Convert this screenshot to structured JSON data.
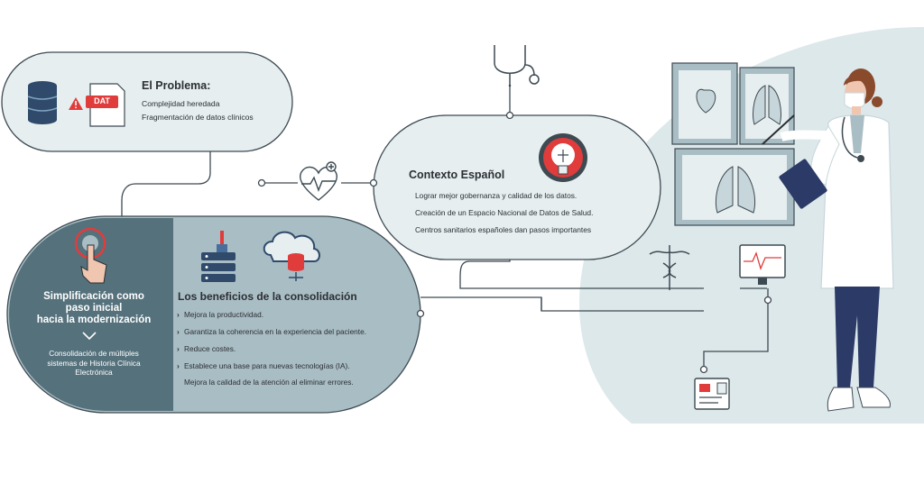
{
  "problem": {
    "title": "El Problema:",
    "lines": [
      "Complejidad heredada",
      "Fragmentación de datos clínicos"
    ],
    "dat_label": "DAT"
  },
  "context": {
    "title": "Contexto Español",
    "lines": [
      "Lograr mejor gobernanza y calidad de los datos.",
      "Creación de un Espacio Nacional de Datos de Salud.",
      "Centros sanitarios españoles dan pasos importantes"
    ]
  },
  "simplification": {
    "title_lines": [
      "Simplificación como",
      "paso inicial",
      "hacia la modernización"
    ],
    "desc_lines": [
      "Consolidación de múltiples",
      "sistemas de Historia Clínica",
      "Electrónica"
    ]
  },
  "benefits": {
    "title": "Los beneficios de la consolidación",
    "items": [
      "Mejora la productividad.",
      "Garantiza la coherencia en la experiencia del paciente.",
      "Reduce costes.",
      "Establece una base para nuevas tecnologías (IA).",
      "Mejora la calidad de la atención al eliminar errores."
    ]
  },
  "colors": {
    "panel_light": "#e6eef0",
    "panel_mid": "#a9bdc4",
    "panel_dark": "#55717c",
    "line": "#3d4a52",
    "accent_red": "#e03c3c",
    "bg_arc": "#dde8eb",
    "coat": "#ffffff",
    "pants": "#2b3a66",
    "hair": "#8a4a2c"
  }
}
